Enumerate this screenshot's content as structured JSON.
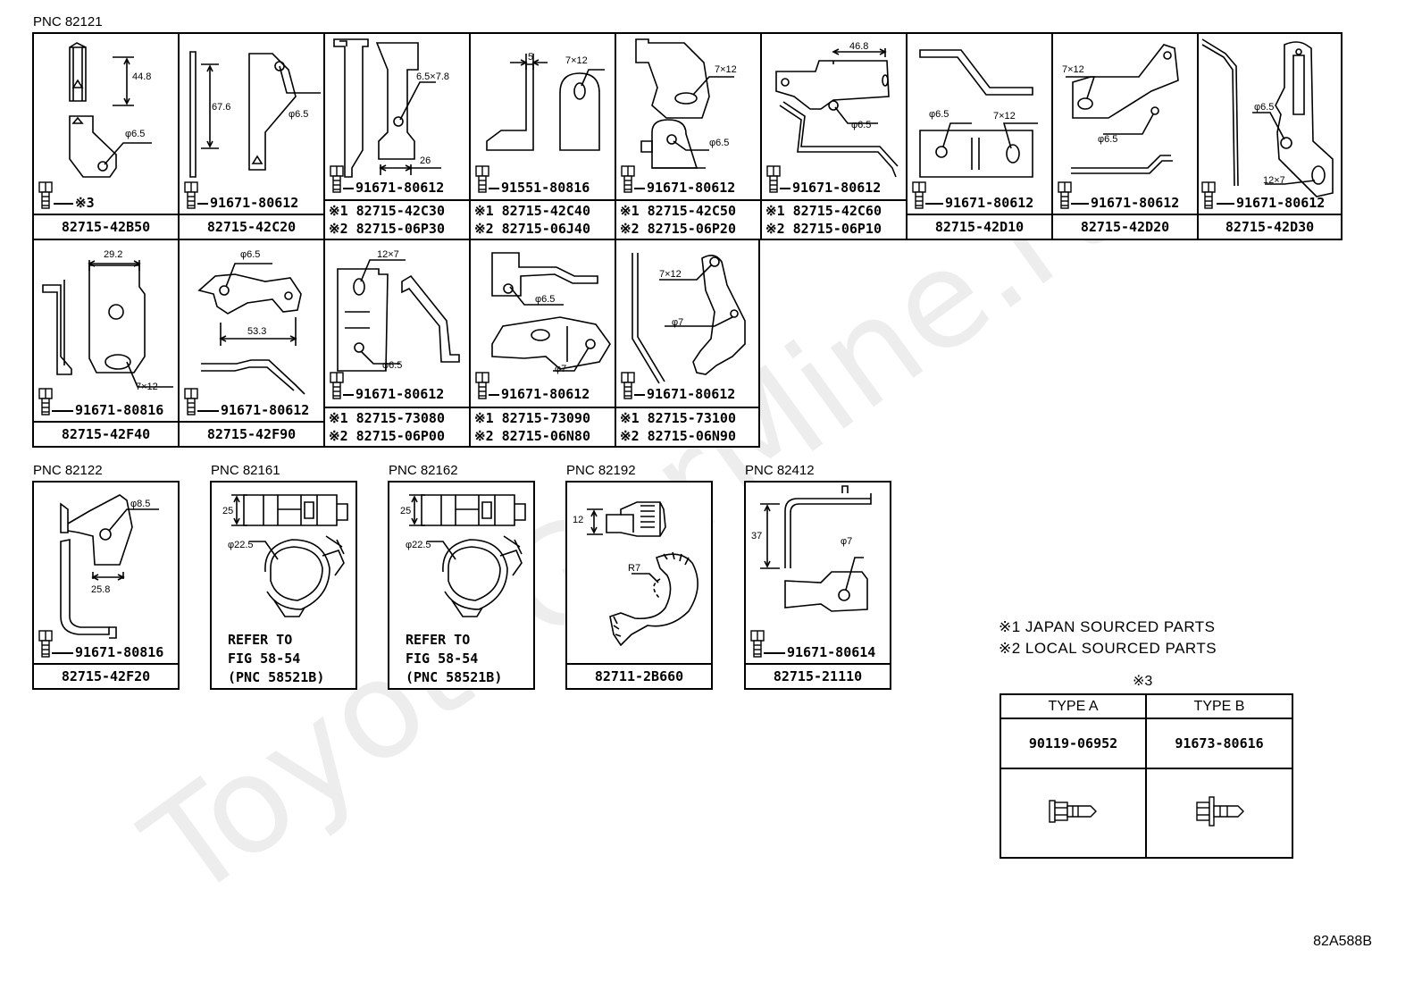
{
  "groups": [
    {
      "id": "g82121",
      "label": "PNC 82121"
    },
    {
      "id": "g82122",
      "label": "PNC 82122"
    },
    {
      "id": "g82161",
      "label": "PNC 82161"
    },
    {
      "id": "g82162",
      "label": "PNC 82162"
    },
    {
      "id": "g82192",
      "label": "PNC 82192"
    },
    {
      "id": "g82412",
      "label": "PNC 82412"
    }
  ],
  "cells": [
    {
      "part": "82715-42B50",
      "bolt": "※3",
      "dims": [
        "44.8",
        "φ6.5"
      ]
    },
    {
      "part": "82715-42C20",
      "bolt": "91671-80612",
      "dims": [
        "67.6",
        "φ6.5"
      ]
    },
    {
      "part1": "※1 82715-42C30",
      "part2": "※2 82715-06P30",
      "bolt": "91671-80612",
      "dims": [
        "6.5×7.8",
        "26"
      ]
    },
    {
      "part1": "※1 82715-42C40",
      "part2": "※2 82715-06J40",
      "bolt": "91551-80816",
      "dims": [
        "5",
        "7×12"
      ]
    },
    {
      "part1": "※1 82715-42C50",
      "part2": "※2 82715-06P20",
      "bolt": "91671-80612",
      "dims": [
        "7×12",
        "φ6.5"
      ]
    },
    {
      "part1": "※1 82715-42C60",
      "part2": "※2 82715-06P10",
      "bolt": "91671-80612",
      "dims": [
        "46.8",
        "φ6.5"
      ]
    },
    {
      "part": "82715-42D10",
      "bolt": "91671-80612",
      "dims": [
        "φ6.5",
        "7×12"
      ]
    },
    {
      "part": "82715-42D20",
      "bolt": "91671-80612",
      "dims": [
        "7×12",
        "φ6.5"
      ]
    },
    {
      "part": "82715-42D30",
      "bolt": "91671-80612",
      "dims": [
        "φ6.5",
        "12×7"
      ]
    },
    {
      "part": "82715-42F40",
      "bolt": "91671-80816",
      "dims": [
        "29.2",
        "7×12"
      ]
    },
    {
      "part": "82715-42F90",
      "bolt": "91671-80612",
      "dims": [
        "φ6.5",
        "53.3"
      ]
    },
    {
      "part1": "※1 82715-73080",
      "part2": "※2 82715-06P00",
      "bolt": "91671-80612",
      "dims": [
        "12×7",
        "φ6.5"
      ]
    },
    {
      "part1": "※1 82715-73090",
      "part2": "※2 82715-06N80",
      "bolt": "91671-80612",
      "dims": [
        "φ6.5",
        "φ7"
      ]
    },
    {
      "part1": "※1 82715-73100",
      "part2": "※2 82715-06N90",
      "bolt": "91671-80612",
      "dims": [
        "7×12",
        "φ7"
      ]
    },
    {
      "part": "82715-42F20",
      "bolt": "91671-80816",
      "dims": [
        "φ8.5",
        "25.8"
      ]
    },
    {
      "refer": "REFER TO\nFIG 58-54\n(PNC 58521B)",
      "dims": [
        "25",
        "φ22.5"
      ]
    },
    {
      "refer": "REFER TO\nFIG 58-54\n(PNC 58521B)",
      "dims": [
        "25",
        "φ22.5"
      ]
    },
    {
      "part": "82711-2B660",
      "dims": [
        "12",
        "R7"
      ]
    },
    {
      "part": "82715-21110",
      "bolt": "91671-80614",
      "dims": [
        "37",
        "φ7"
      ]
    }
  ],
  "notes": {
    "n1": "※1 JAPAN SOURCED PARTS",
    "n2": "※2 LOCAL SOURCED PARTS"
  },
  "type_table": {
    "title": "※3",
    "headers": [
      "TYPE A",
      "TYPE B"
    ],
    "values": [
      "90119-06952",
      "91673-80616"
    ]
  },
  "watermark": "ToyotaGerMine.ru",
  "illustration_code": "82A588B"
}
